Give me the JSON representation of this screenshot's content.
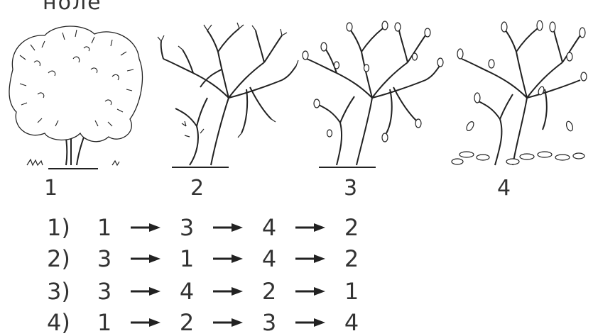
{
  "header_fragment": "ноле",
  "trees": [
    {
      "label": "1",
      "icon": "tree-full-foliage-icon"
    },
    {
      "label": "2",
      "icon": "tree-bare-branches-icon"
    },
    {
      "label": "3",
      "icon": "tree-budding-icon"
    },
    {
      "label": "4",
      "icon": "tree-falling-leaves-icon"
    }
  ],
  "options": [
    {
      "number": "1)",
      "sequence": [
        "1",
        "3",
        "4",
        "2"
      ]
    },
    {
      "number": "2)",
      "sequence": [
        "3",
        "1",
        "4",
        "2"
      ]
    },
    {
      "number": "3)",
      "sequence": [
        "3",
        "4",
        "2",
        "1"
      ]
    },
    {
      "number": "4)",
      "sequence": [
        "1",
        "2",
        "3",
        "4"
      ]
    }
  ]
}
